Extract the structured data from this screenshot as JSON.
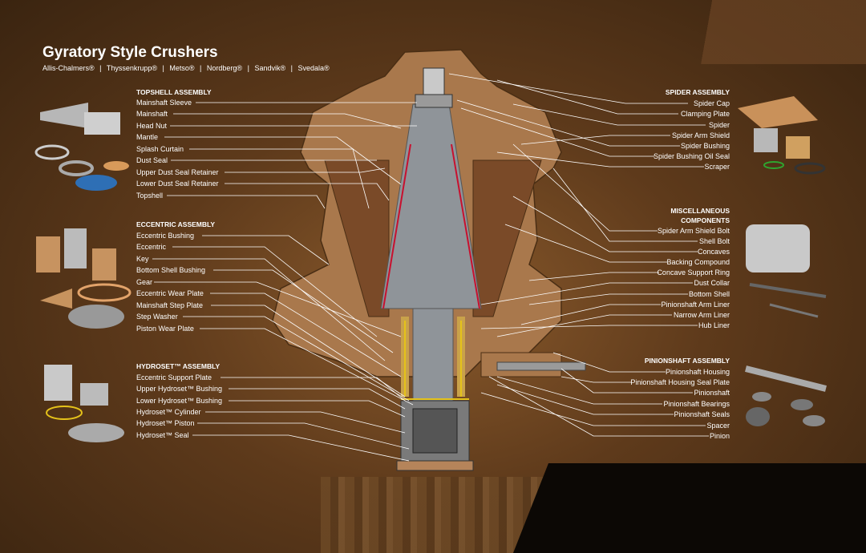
{
  "title": "Gyratory Style Crushers",
  "brands": [
    "Allis-Chalmers®",
    "|",
    "Thyssenkrupp®",
    "|",
    "Metso®",
    "|",
    "Nordberg®",
    "|",
    "Sandvik®",
    "|",
    "Svedala®"
  ],
  "sections": {
    "topshell": {
      "title": "TOPSHELL ASSEMBLY",
      "items": [
        "Mainshaft Sleeve",
        "Mainshaft",
        "Head Nut",
        "Mantle",
        "Splash Curtain",
        "Dust Seal",
        "Upper Dust Seal Retainer",
        "Lower Dust Seal Retainer",
        "Topshell"
      ]
    },
    "eccentric": {
      "title": "ECCENTRIC ASSEMBLY",
      "items": [
        "Eccentric Bushing",
        "Eccentric",
        "Key",
        "Bottom Shell Bushing",
        "Gear",
        "Eccentric Wear Plate",
        "Mainshaft Step Plate",
        "Step Washer",
        "Piston Wear Plate"
      ]
    },
    "hydroset": {
      "title": "HYDROSET™ ASSEMBLY",
      "items": [
        "Eccentric Support Plate",
        "Upper Hydroset™ Bushing",
        "Lower Hydroset™ Bushing",
        "Hydroset™ Cylinder",
        "Hydroset™ Piston",
        "Hydroset™ Seal"
      ]
    },
    "spider": {
      "title": "SPIDER ASSEMBLY",
      "items": [
        "Spider Cap",
        "Clamping Plate",
        "Spider",
        "Spider Arm Shield",
        "Spider Bushing",
        "Spider Bushing Oil Seal",
        "Scraper"
      ]
    },
    "misc": {
      "title_line1": "MISCELLANEOUS",
      "title_line2": "COMPONENTS",
      "items": [
        "Spider Arm Shield Bolt",
        "Shell Bolt",
        "Concaves",
        "Backing Compound",
        "Concave Support Ring",
        "Dust Collar",
        "Bottom Shell",
        "Pinionshaft Arm Liner",
        "Narrow Arm Liner",
        "Hub Liner"
      ]
    },
    "pinionshaft": {
      "title": "PINIONSHAFT ASSEMBLY",
      "items": [
        "Pinionshaft Housing",
        "Pinionshaft Housing Seal Plate",
        "Pinionshaft",
        "Pinionshaft Bearings",
        "Pinionshaft Seals",
        "Spacer",
        "Pinion"
      ]
    }
  },
  "colors": {
    "background": "#6b4424",
    "housing": "#a9784c",
    "liner": "#7a4a28",
    "shaft": "#8f9499",
    "leader": "#ffffff",
    "accent_red": "#c8102e",
    "accent_yellow": "#e5c21a"
  }
}
